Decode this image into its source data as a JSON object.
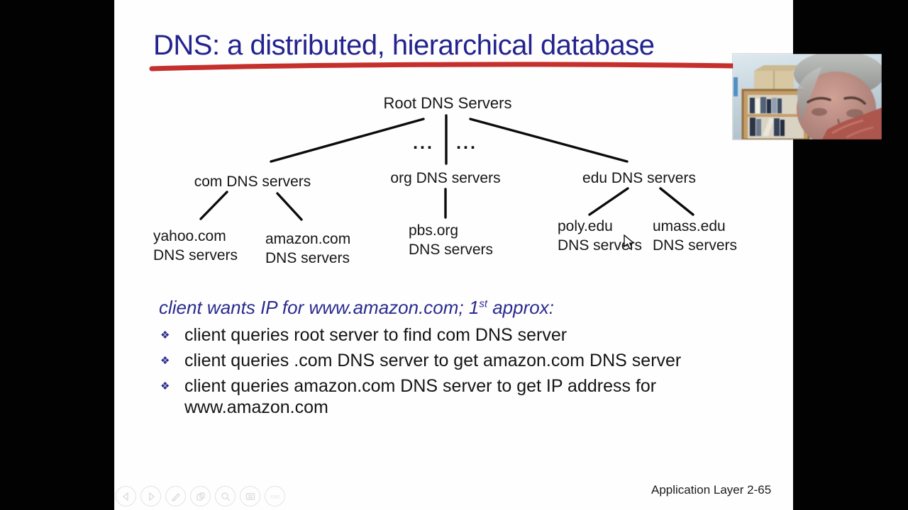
{
  "slide": {
    "title": "DNS: a distributed, hierarchical database",
    "footer": "Application Layer 2-65",
    "title_color": "#23238f",
    "accent_red": "#c5302d"
  },
  "tree": {
    "root": "Root DNS Servers",
    "ellipsis_left": "...",
    "ellipsis_right": "...",
    "level2": [
      "com DNS servers",
      "org DNS servers",
      "edu DNS servers"
    ],
    "leaves": [
      {
        "line1": "yahoo.com",
        "line2": "DNS servers"
      },
      {
        "line1": "amazon.com",
        "line2": "DNS servers"
      },
      {
        "line1": "pbs.org",
        "line2": "DNS servers"
      },
      {
        "line1": "poly.edu",
        "line2": "DNS servers"
      },
      {
        "line1": "umass.edu",
        "line2": "DNS servers"
      }
    ]
  },
  "body": {
    "bullet_glyph": "❖",
    "heading": {
      "prefix": "client wants IP for www.amazon.com; 1",
      "sup": "st",
      "suffix": " approx:"
    },
    "bullets": [
      "client queries root server to find com DNS server",
      "client queries .com DNS server to get amazon.com DNS server",
      "client queries amazon.com DNS server to get  IP address for\nwww.amazon.com"
    ]
  },
  "toolbar": {
    "icons": [
      "previous-arrow-icon",
      "next-arrow-icon",
      "pen-icon",
      "frames-icon",
      "magnifier-icon",
      "screen-icon",
      "end-icon"
    ]
  }
}
